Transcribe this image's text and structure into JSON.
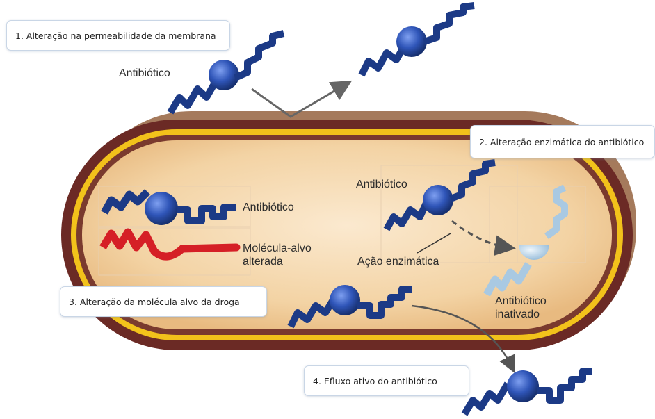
{
  "callouts": {
    "permeability": "1. Alteração na permeabilidade da membrana",
    "enzymatic": "2. Alteração enzimática do antibiótico",
    "target": "3. Alteração da molécula alvo da droga",
    "efflux": "4. Efluxo ativo do antibiótico"
  },
  "labels": {
    "antibiotic_outside": "Antibiótico",
    "antibiotic_target_bound": "Antibiótico",
    "altered_target_line1": "Molécula-alvo",
    "altered_target_line2": "alterada",
    "antibiotic_enzyme": "Antibiótico",
    "enzymatic_action": "Ação enzimática",
    "inactivated_line1": "Antibiótico",
    "inactivated_line2": "inativado"
  },
  "colors": {
    "molecule_blue": "#2f55b8",
    "molecule_dark": "#1c3a86",
    "inactivated": "#b9d4e8",
    "altered_target": "#d51f26",
    "outer_wall": "#6b2a25",
    "membrane": "#f2c21b",
    "cytoplasm": "#f4d8ad",
    "capsule": "#a57a5c"
  }
}
